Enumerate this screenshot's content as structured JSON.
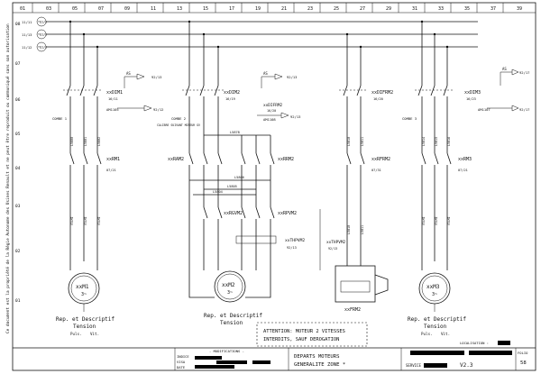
{
  "frame": {
    "columns": [
      "01",
      "03",
      "05",
      "07",
      "09",
      "11",
      "13",
      "15",
      "17",
      "19",
      "21",
      "23",
      "25",
      "27",
      "29",
      "31",
      "33",
      "35",
      "37",
      "39"
    ],
    "rows": [
      "01",
      "02",
      "03",
      "04",
      "05",
      "06",
      "07",
      "08"
    ],
    "side_text": "Ce document est la propriété de la Régie Autonome des Usines Renault et ne peut être reproduit ou communiqué sans son autorisation"
  },
  "supply": {
    "lines": [
      "*Q1/1",
      "*Q1/1",
      "*Q1/1"
    ],
    "left_labels": [
      "11/11",
      "11/13",
      "11/12"
    ]
  },
  "motors": [
    {
      "name": "xxM1",
      "phase": "3~",
      "contact_label": "xxDIM1",
      "contact_ref": "16/11",
      "aux_top": "AS",
      "aux_top_ref": "92/13",
      "aux_bottom": "AM1105",
      "aux_bottom_ref": "92/12",
      "contactor": "xxRM1",
      "contactor_ref": "07/21",
      "cables": [
        "L5800",
        "L5801",
        "L5802"
      ],
      "motor_cables": [
        "V3LMI",
        "V3LMI",
        "V3LMI"
      ],
      "combe": "COMBE 1",
      "caption": "Rep. et Descriptif",
      "tension": "Tension",
      "puls": "Puls.",
      "vit": "Vit."
    },
    {
      "name": "xxM2",
      "phase": "3~",
      "contact_label": "xxDIM2",
      "contact_ref": "16/19",
      "aux_top": "AS",
      "aux_top_ref": "92/13",
      "aux_bottom": "AM1108",
      "aux_bottom_ref": "92/13",
      "contactor_a": "xxRAM2",
      "contactor_b": "xxRRM2",
      "contactor_gv": "xxRGVM2",
      "contactor_pv": "xxRPVM2",
      "therm": "xxTHPVM2",
      "therm_ref": "92/13",
      "contact_label2": "xxDIFRM2",
      "contact_ref2": "16/20",
      "wire_labels": [
        "L5878",
        "L5806",
        "L5805",
        "L5804"
      ],
      "combe": "COMBE 2",
      "calibre": "CALIBRE SUIVANT MOTEUR GV",
      "caption": "Rep. et Descriptif",
      "tension": "Tension"
    },
    {
      "name": "xxFRM2",
      "contact_label": "xxDIFRM2",
      "contact_ref": "16/20",
      "contactor": "xxRFRM2",
      "contactor_ref": "07/31",
      "therm": "xxTHPVM2",
      "therm_ref": "92/13",
      "cables": [
        "L5810",
        "L5811"
      ]
    },
    {
      "name": "xxM3",
      "phase": "3~",
      "contact_label": "xxDIM3",
      "contact_ref": "16/23",
      "aux_top": "AS",
      "aux_top_ref": "92/17",
      "aux_bottom": "AM1107",
      "aux_bottom_ref": "92/17",
      "contactor": "xxRM3",
      "contactor_ref": "07/21",
      "cables": [
        "L5814",
        "L5815",
        "L5816"
      ],
      "motor_cables": [
        "V3LMI",
        "V3LMI",
        "V3LMI"
      ],
      "combe": "COMBE 3",
      "caption": "Rep. et Descriptif",
      "tension": "Tension",
      "puls": "Puls.",
      "vit": "Vit."
    }
  ],
  "attention": {
    "line1": "ATTENTION: MOTEUR 2 VITESSES",
    "line2": "INTERDITS, SAUF DEROGATION"
  },
  "title_block": {
    "indice": "INDICE",
    "visa": "VISA",
    "date": "DATE",
    "modifications": "- MODIFICATIONS -",
    "title_line1": "DEPARTS MOTEURS",
    "title_line2": "GENERALITE ZONE *",
    "service": "SERVICE",
    "localisation": "LOCALISATION :",
    "version": "V2.3",
    "folio_label": "FOLIO",
    "folio": "58"
  }
}
